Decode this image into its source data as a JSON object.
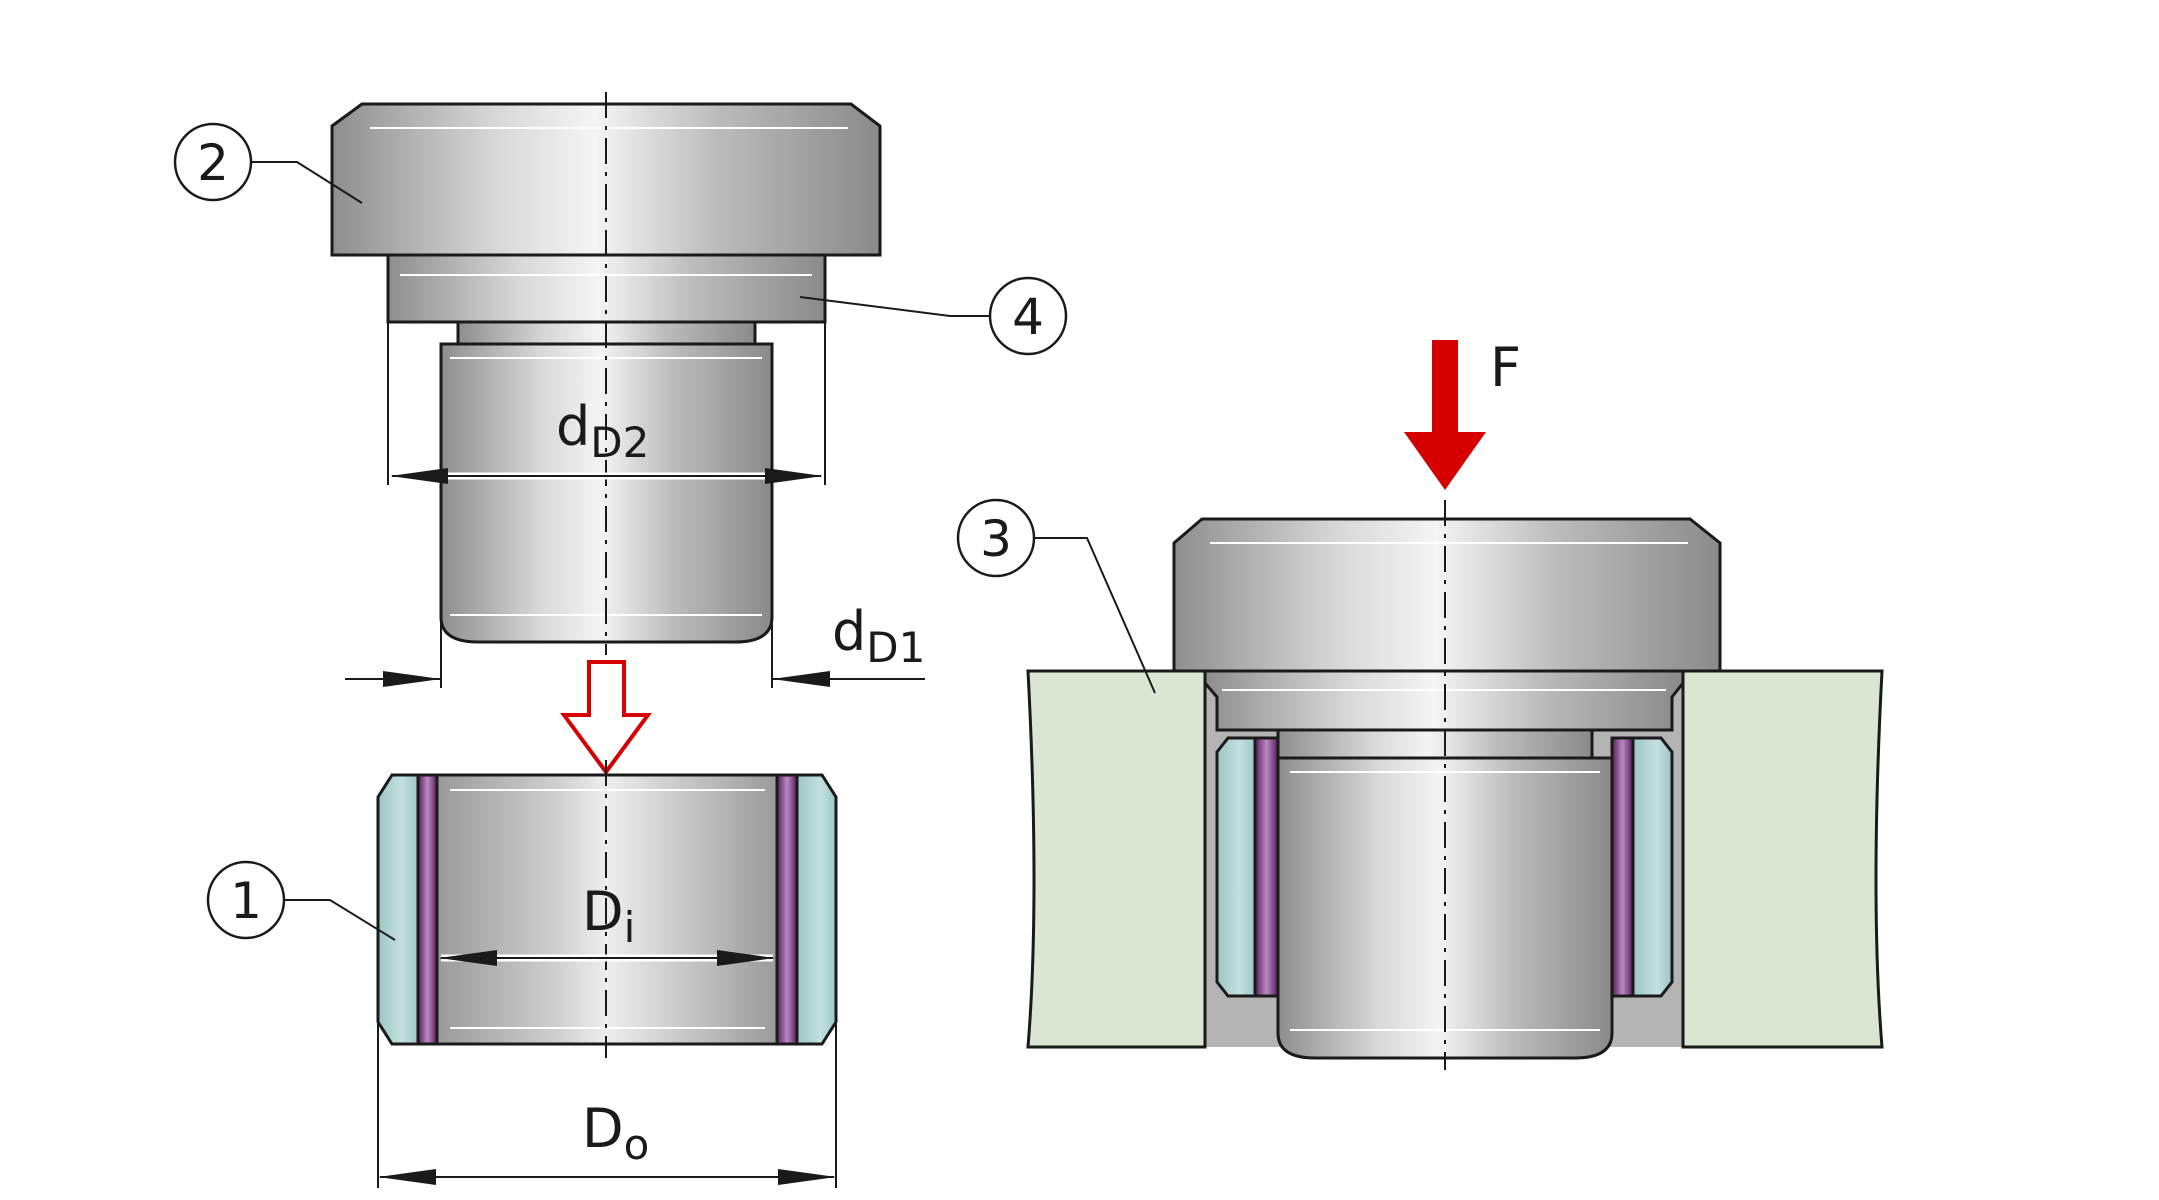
{
  "callouts": [
    "1",
    "2",
    "3",
    "4"
  ],
  "dimensions": {
    "dD2": {
      "main": "d",
      "sub": "D2"
    },
    "dD1": {
      "main": "d",
      "sub": "D1"
    },
    "Di": {
      "main": "D",
      "sub": "i"
    },
    "Do": {
      "main": "D",
      "sub": "o"
    }
  },
  "force_label": "F",
  "colors": {
    "steel_light": "#f2f2f2",
    "steel_dark": "#8e8e8e",
    "bushing_outer": "#a9d0cf",
    "sliding_layer": "#6e2a72",
    "housing": "#d9e6d1",
    "force_arrow": "#d60000",
    "outline": "#1a1a1a"
  }
}
